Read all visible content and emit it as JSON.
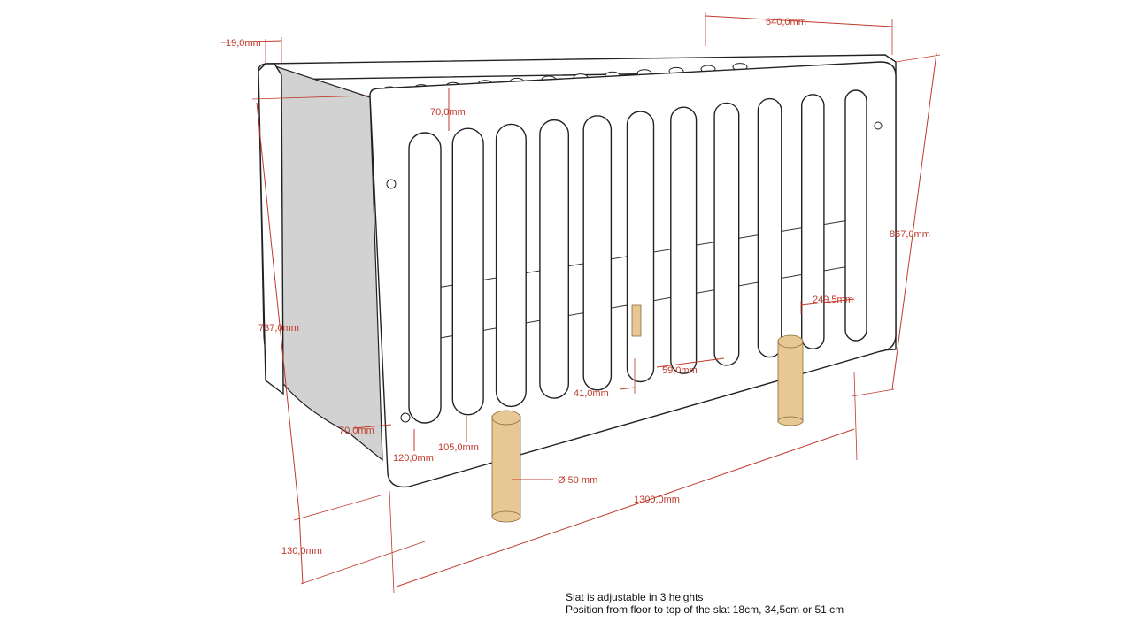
{
  "dimensions": {
    "width_top": "640,0mm",
    "panel_thickness": "19,0mm",
    "slat_gap_top": "70,0mm",
    "total_height": "867,0mm",
    "side_height": "737,0mm",
    "gap_right": "249,5mm",
    "slat_width": "59,0mm",
    "slat_spacing": "41,0mm",
    "bottom_margin": "70,0mm",
    "bottom_panel": "120,0mm",
    "leg_visible": "105,0mm",
    "leg_diameter": "Ø 50 mm",
    "length": "1300,0mm",
    "leg_height": "130,0mm"
  },
  "notes": {
    "line1": "Slat is adjustable in 3 heights",
    "line2": "Position from floor to top of the slat 18cm, 34,5cm or 51 cm"
  },
  "colors": {
    "dimension": "#c0392b",
    "wood": "#e7c793",
    "side_panel": "#d2d2d2"
  }
}
